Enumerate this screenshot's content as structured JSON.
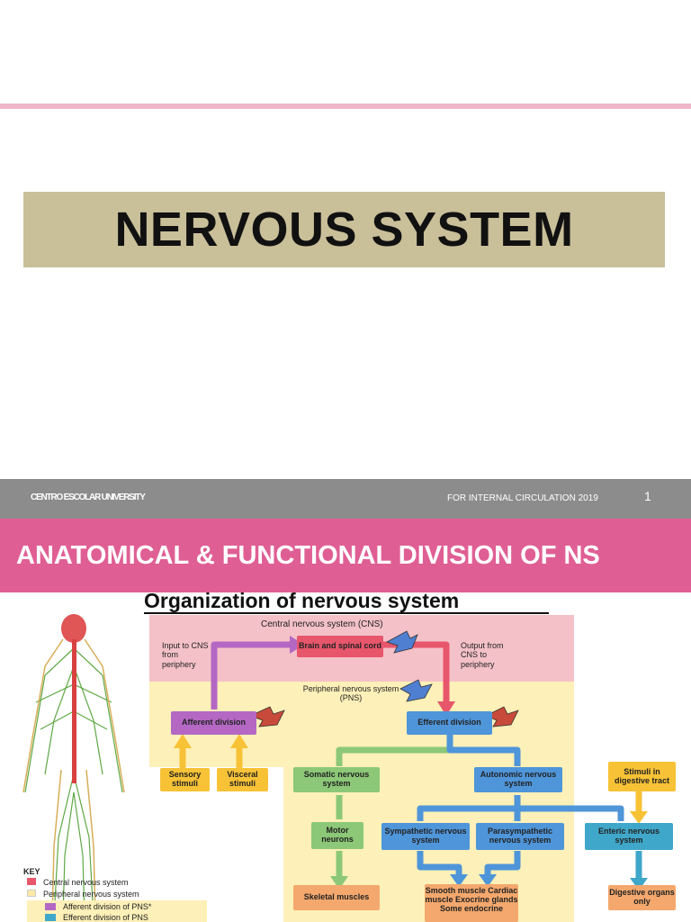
{
  "slide1": {
    "title": "NERVOUS SYSTEM",
    "footer_left": "CENTRO ESCOLAR UNIVERSITY",
    "footer_center": "FOR INTERNAL CIRCULATION 2019",
    "page_number": "1"
  },
  "slide2": {
    "header": "ANATOMICAL & FUNCTIONAL  DIVISION OF NS",
    "diagram_title": "Organization of nervous system",
    "cns_label": "Central nervous system (CNS)",
    "pns_label": "Peripheral nervous system (PNS)",
    "input_label": "Input to CNS from periphery",
    "output_label": "Output from CNS to periphery",
    "boxes": {
      "brain": "Brain and spinal cord",
      "afferent": "Afferent division",
      "efferent": "Efferent division",
      "sensory": "Sensory stimuli",
      "visceral": "Visceral stimuli",
      "somatic": "Somatic nervous system",
      "autonomic": "Autonomic nervous system",
      "stimuli_digestive": "Stimuli in digestive tract",
      "motor": "Motor neurons",
      "sympathetic": "Sympathetic nervous system",
      "parasympathetic": "Parasympathetic nervous system",
      "enteric": "Enteric nervous system",
      "skeletal": "Skeletal muscles",
      "smooth": "Smooth muscle Cardiac muscle Exocrine glands Some endocrine",
      "digestive": "Digestive organs only"
    },
    "key": {
      "title": "KEY",
      "items": [
        {
          "label": "Central nervous system",
          "color": "#e8566c"
        },
        {
          "label": "Peripheral nervous system",
          "color": "#fbe9a6"
        },
        {
          "label": "Afferent division of PNS*",
          "color": "#b468c4"
        },
        {
          "label": "Efferent division of PNS",
          "color": "#3fa7c9"
        }
      ]
    },
    "colors": {
      "cns": "#f4c1c8",
      "pns": "#fdf0b8",
      "brain_box": "#e8566c",
      "afferent": "#b468c4",
      "efferent": "#4f95d9",
      "stimuli": "#f7c236",
      "somatic": "#8cc877",
      "autonomic": "#4f95d9",
      "effector": "#f4a86d",
      "enteric": "#3fa7c9"
    }
  }
}
